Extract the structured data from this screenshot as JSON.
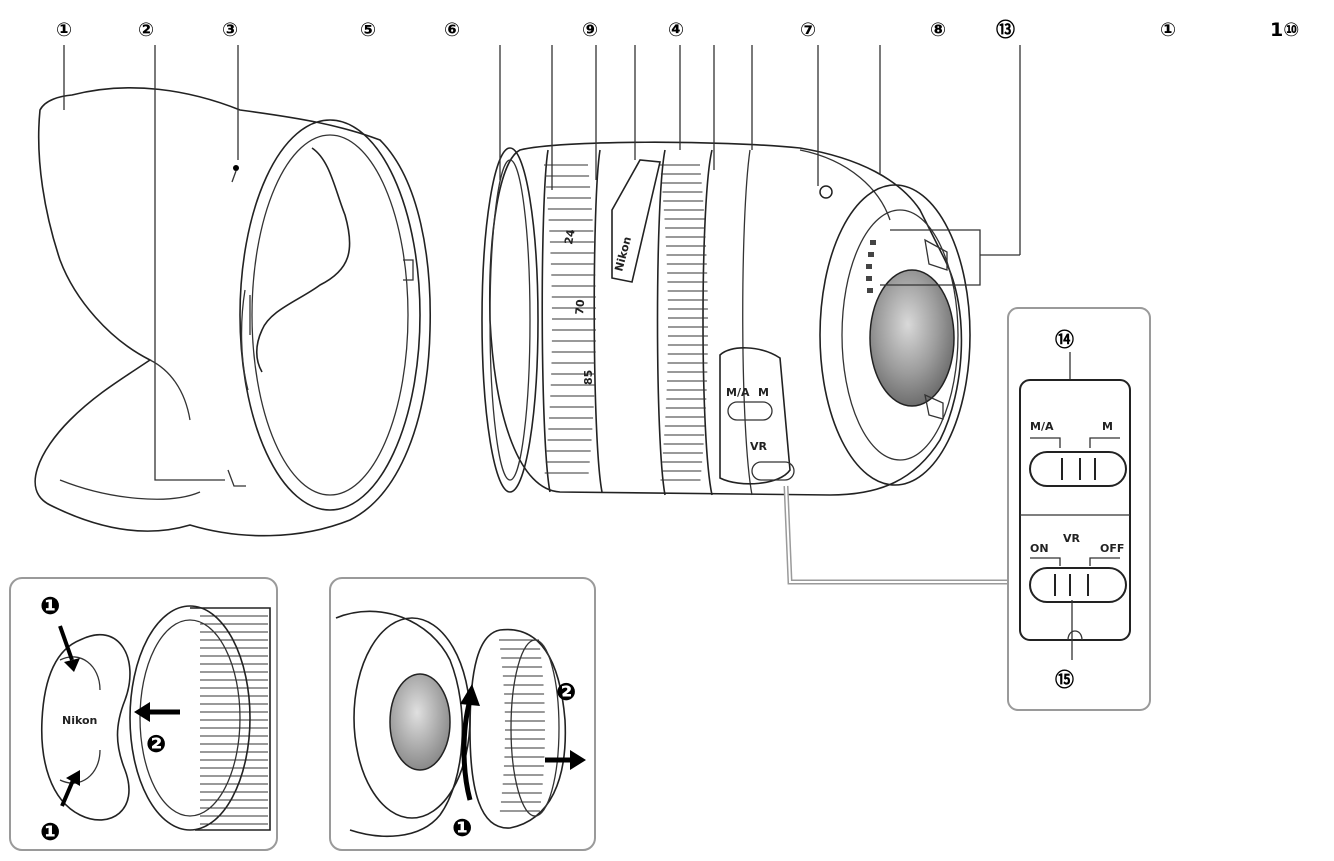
{
  "callouts": {
    "c1_left": "①",
    "c2": "②",
    "c3": "③",
    "c5": "⑤",
    "c6": "⑥",
    "c9": "⑨",
    "c4": "④",
    "c7": "⑦",
    "c8": "⑧",
    "c13": "⑬",
    "c1_right": "①",
    "c10_partial": "1⑩",
    "c14": "⑭",
    "c15": "⑮"
  },
  "switch_panel": {
    "focus_left": "M/A",
    "focus_right": "M",
    "vr_title": "VR",
    "vr_left": "ON",
    "vr_right": "OFF"
  },
  "lens_marks": {
    "brand": "Nikon",
    "zoom_24": "24",
    "zoom_70": "70",
    "zoom_85": "85",
    "barrel_focus_left": "M/A",
    "barrel_focus_right": "M",
    "barrel_vr": "VR"
  },
  "cap_inset": {
    "step1_top": "❶",
    "step2": "❷",
    "step1_bottom": "❶",
    "cap_text": "Nikon"
  },
  "rear_inset": {
    "step2": "❷",
    "step1": "❶"
  },
  "colors": {
    "ink": "#000000",
    "panel_border": "#9a9a9a",
    "lens_glass": "#8f8f8f",
    "background": "#ffffff"
  }
}
